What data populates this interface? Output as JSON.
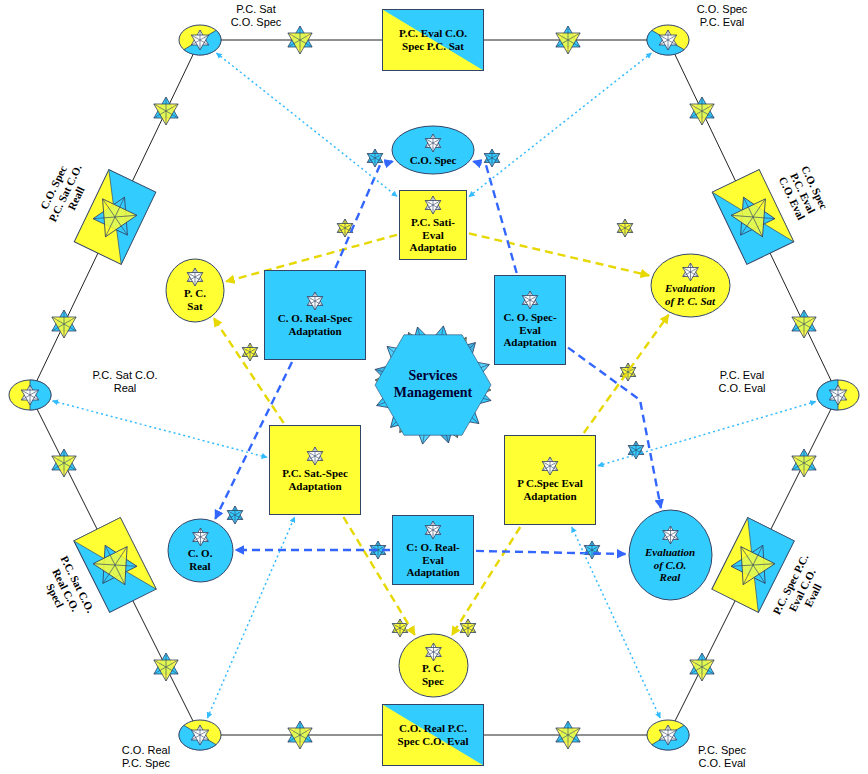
{
  "diagram": {
    "nodes": [
      {
        "text": [
          "P.C. Sat C.O. Spec"
        ]
      },
      {
        "text": [
          "P.C. Eval C.O. Spec P.C. Sat"
        ]
      },
      {
        "text": [
          "C.O. Spec P.C. Eval"
        ]
      },
      {
        "text": [
          "C.O. Spec"
        ]
      },
      {
        "text": [
          "P.C. Sati-Eval Adaptatio"
        ]
      },
      {
        "text": [
          "C.O. Spec P.C. Sat C.O. Reall"
        ]
      },
      {
        "text": [
          "P. C. Sat"
        ]
      },
      {
        "text": [
          "C. O. Real-Spec Adaptation"
        ]
      },
      {
        "text": [
          "C. O. Spec-Eval Adaptation"
        ]
      },
      {
        "text": [
          "Evaluation of P. C. Sat"
        ]
      },
      {
        "text": [
          "C.O. Spec P.C. Eval C.O. Eval"
        ]
      },
      {
        "text": [
          "P.C. Sat C.O. Real"
        ]
      },
      {
        "text": [
          "Services Management"
        ]
      },
      {
        "text": [
          "P.C. Eval C.O. Eval"
        ]
      },
      {
        "text": [
          "P.C. Sat.-Spec Adaptation"
        ]
      },
      {
        "text": [
          "P C.Spec Eval Adaptation"
        ]
      },
      {
        "text": [
          "P.C. Sat C.O. Real C.O. Specl"
        ]
      },
      {
        "text": [
          "C. O. Real"
        ]
      },
      {
        "text": [
          "C: O. Real-Eval Adaptation"
        ]
      },
      {
        "text": [
          "Evaluation of C.O. Real"
        ]
      },
      {
        "text": [
          "P.C. Spec P.C. Eval C.O. Evall"
        ]
      },
      {
        "text": [
          "P. C. Spec"
        ]
      },
      {
        "text": [
          "C.O. Real P.C. Spec"
        ]
      },
      {
        "text": [
          "C.O. Real P.C. Spec C.O. Eval"
        ]
      },
      {
        "text": [
          "P.C. Spec C.O. Eval"
        ]
      }
    ],
    "edges": [
      {
        "from": 4,
        "to": 6,
        "arrow": "to"
      },
      {
        "from": 4,
        "to": 9,
        "arrow": "to"
      },
      {
        "from": 14,
        "to": 6,
        "arrow": "to"
      },
      {
        "from": 14,
        "to": 21,
        "arrow": "to"
      },
      {
        "from": 15,
        "to": 9,
        "arrow": "to"
      },
      {
        "from": 15,
        "to": 21,
        "arrow": "to"
      },
      {
        "from": 7,
        "to": 3,
        "arrow": "to"
      },
      {
        "from": 7,
        "to": 17,
        "arrow": "to"
      },
      {
        "from": 8,
        "to": 3,
        "arrow": "to"
      },
      {
        "from": 8,
        "to": 19,
        "arrow": "to"
      },
      {
        "from": 18,
        "to": 17,
        "arrow": "to"
      },
      {
        "from": 18,
        "to": 19,
        "arrow": "to"
      },
      {
        "from": 0,
        "to": 4,
        "arrow": "both"
      },
      {
        "from": 2,
        "to": 4,
        "arrow": "both"
      },
      {
        "from": 11,
        "to": 14,
        "arrow": "both"
      },
      {
        "from": 13,
        "to": 15,
        "arrow": "both"
      },
      {
        "from": 22,
        "to": 14,
        "arrow": "both"
      },
      {
        "from": 24,
        "to": 15,
        "arrow": "both"
      }
    ]
  }
}
